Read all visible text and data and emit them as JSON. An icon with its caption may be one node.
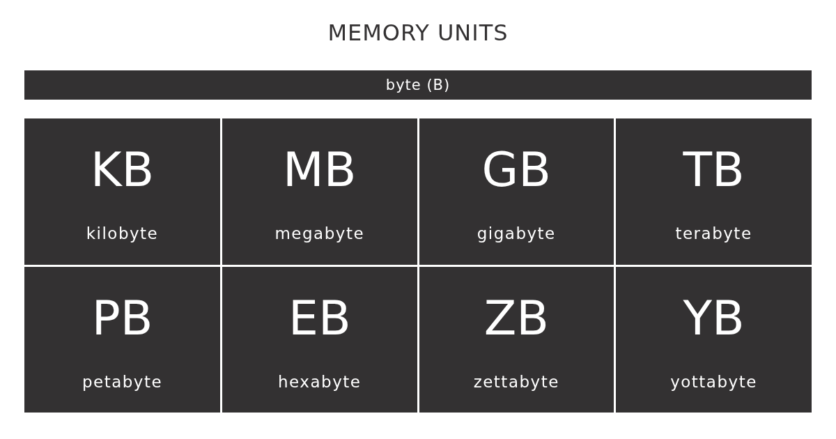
{
  "diagram": {
    "title": "MEMORY UNITS",
    "nodes": [
      {
        "text": [
          "byte (B)"
        ]
      },
      {
        "text": [
          "KB",
          "kilobyte"
        ]
      },
      {
        "text": [
          "MB",
          "megabyte"
        ]
      },
      {
        "text": [
          "GB",
          "gigabyte"
        ]
      },
      {
        "text": [
          "TB",
          "terabyte"
        ]
      },
      {
        "text": [
          "PB",
          "petabyte"
        ]
      },
      {
        "text": [
          "EB",
          "hexabyte"
        ]
      },
      {
        "text": [
          "ZB",
          "zettabyte"
        ]
      },
      {
        "text": [
          "YB",
          "yottabyte"
        ]
      }
    ],
    "edges": []
  }
}
